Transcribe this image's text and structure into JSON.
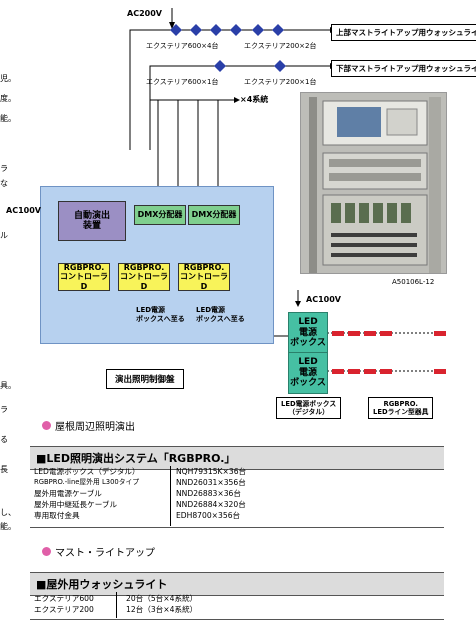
{
  "top": {
    "ac200v": "AC200V",
    "ext600x4": "エクステリア600×4台",
    "ext200x2": "エクステリア200×2台",
    "ext600x1": "エクステリア600×1台",
    "ext200x1": "エクステリア200×1台",
    "systems": "×4系統",
    "upper_label": "上部マストライトアップ用ウォッシュライト",
    "lower_label": "下部マストライトアップ用ウォッシュライト"
  },
  "controller": {
    "ac100v_in": "AC100V",
    "auto": "自動演出\n装置",
    "dmx1": "DMX分配器",
    "dmx2": "DMX分配器",
    "rgb1": "RGBPRO.\nコントローラD",
    "rgb2": "RGBPRO.\nコントローラD",
    "rgb3": "RGBPRO.\nコントローラD",
    "led_to": "LED電源\nボックスへ至る",
    "led_to2": "LED電源\nボックスへ至る",
    "caption": "演出照明制御盤"
  },
  "photo_caption": "A50106L-12",
  "right_block": {
    "ac100v": "AC100V",
    "led_box1": "LED\n電源\nボックス",
    "led_box2": "LED\n電源\nボックス",
    "label_box": "LED電源ボックス\n（デジタル）",
    "label_fixture": "RGBPRO.\nLEDライン型器具"
  },
  "left_fragments": [
    "児。",
    "度。",
    "能。",
    "ラ",
    "な",
    "ル",
    "具。",
    "ラ",
    "る",
    "長",
    "し、",
    "能。"
  ],
  "section1": {
    "title": "屋根周辺照明演出",
    "table_title": "■LED照明演出システム「RGBPRO.」",
    "rows": [
      {
        "name": "LED電源ボックス（デジタル）",
        "value": "NQH79315K×36台"
      },
      {
        "name": "RGBPRO.-line屋外用 L300タイプ",
        "value": "NND26031×356台"
      },
      {
        "name": "屋外用電源ケーブル",
        "value": "NND26883×36台"
      },
      {
        "name": "屋外用中継延長ケーブル",
        "value": "NND26884×320台"
      },
      {
        "name": "専用取付金具",
        "value": "EDH8700×356台"
      }
    ]
  },
  "section2": {
    "title": "マスト・ライトアップ",
    "table_title": "■屋外用ウォッシュライト",
    "rows": [
      {
        "name": "エクステリア600",
        "value": "20台（5台×4系統）"
      },
      {
        "name": "エクステリア200",
        "value": "12台（3台×4系統）"
      }
    ]
  },
  "colors": {
    "control_panel": "#b7d1ef",
    "dmx": "#7fcf8e",
    "rgb_controller": "#f8f35a",
    "auto_device": "#9b8fc4",
    "led_box": "#46c0a3",
    "fixture_red": "#d9232e",
    "fixture_blue": "#2a3fa8",
    "bullet": "#e05fa8"
  }
}
